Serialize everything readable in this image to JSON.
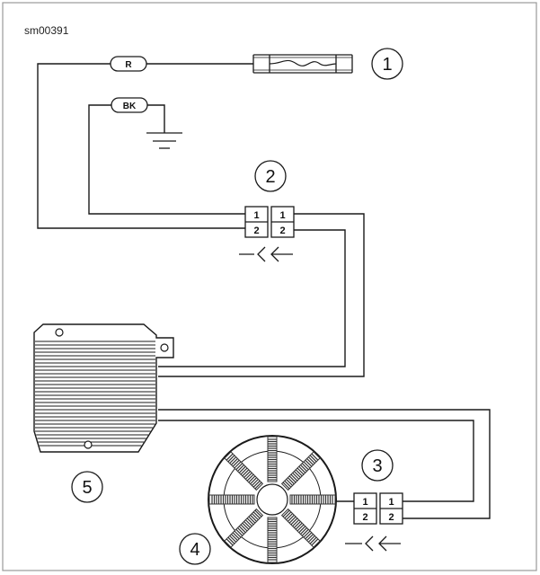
{
  "ref_code": "sm00391",
  "wire_labels": {
    "red": "R",
    "black": "BK"
  },
  "callouts": [
    "1",
    "2",
    "3",
    "4",
    "5"
  ],
  "connector_pins": {
    "pin_a": "1",
    "pin_b": "2"
  },
  "colors": {
    "line": "#1a1a1a",
    "border": "#9a9a9a",
    "coil": "#333333"
  }
}
